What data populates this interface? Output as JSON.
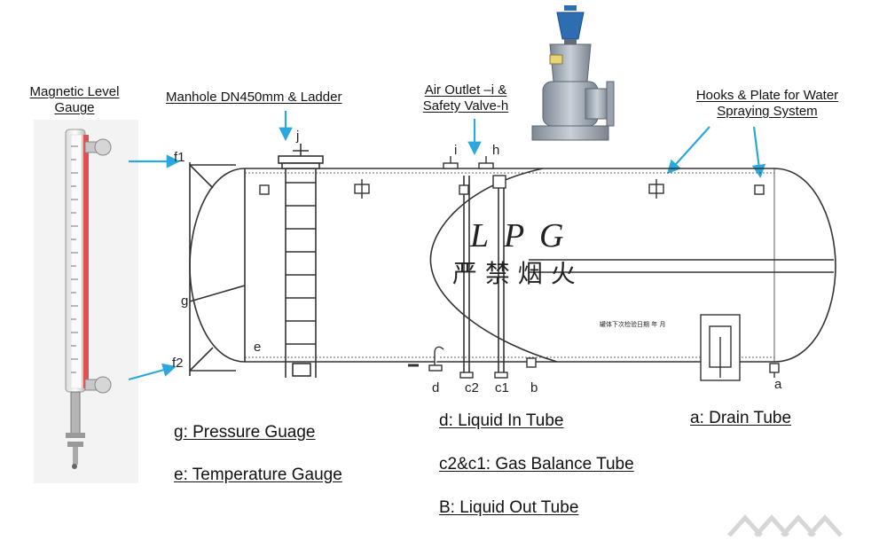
{
  "callouts": {
    "magnetic_gauge": [
      "Magnetic Level",
      "Gauge"
    ],
    "manhole": "Manhole  DN450mm & Ladder",
    "air_outlet": [
      "Air Outlet –i &",
      "Safety Valve-h"
    ],
    "hooks": [
      "Hooks & Plate for Water",
      "Spraying System"
    ]
  },
  "legend": {
    "g": "g:  Pressure Guage",
    "e": "e:  Temperature Gauge",
    "d": "d: Liquid In Tube",
    "c": "c2&c1: Gas Balance Tube",
    "b": "B: Liquid Out Tube",
    "a": "a:  Drain Tube"
  },
  "tank_text": {
    "lpg": "L P G",
    "chinese": "严 禁 烟 火",
    "small_note": "罐体下次检验日期    年  月"
  },
  "point_labels": {
    "f1": "f1",
    "f2": "f2",
    "g": "g",
    "e": "e",
    "j": "j",
    "i": "i",
    "h": "h",
    "d": "d",
    "c2": "c2",
    "c1": "c1",
    "b": "b",
    "a": "a"
  },
  "colors": {
    "arrow": "#2aa7dc",
    "valve_body": "#9aa3ad",
    "valve_cap": "#2f6db3",
    "gauge_red": "#e05050"
  }
}
